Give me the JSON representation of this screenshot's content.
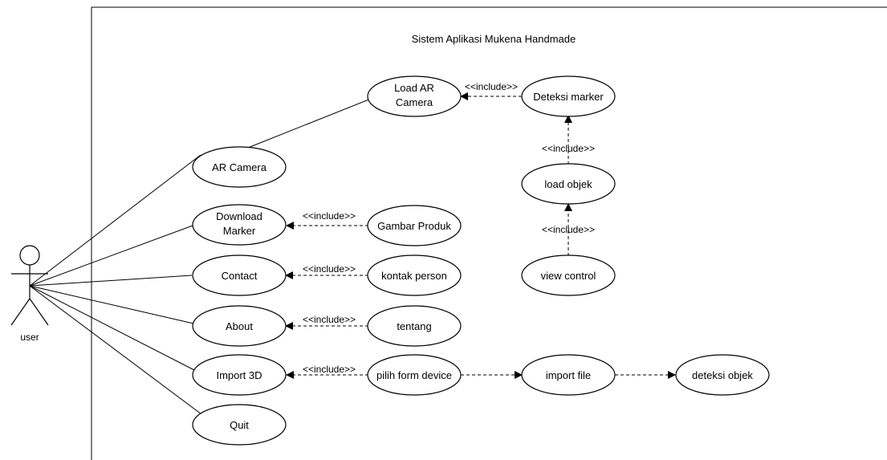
{
  "title": "Sistem Aplikasi Mukena Handmade",
  "actor": {
    "label": "user"
  },
  "use_cases": {
    "ar_camera": "AR Camera",
    "download_marker": [
      "Download",
      "Marker"
    ],
    "contact": "Contact",
    "about": "About",
    "import_3d": "Import 3D",
    "quit": "Quit",
    "load_ar_camera": [
      "Load AR",
      "Camera"
    ],
    "deteksi_marker": "Deteksi marker",
    "load_objek": "load objek",
    "view_control": "view control",
    "gambar_produk": "Gambar Produk",
    "kontak_person": "kontak person",
    "tentang": "tentang",
    "pilih_form_device": "pilih form device",
    "import_file": "import file",
    "deteksi_objek": "deteksi objek"
  },
  "relations": {
    "include_label": "<<include>>"
  }
}
